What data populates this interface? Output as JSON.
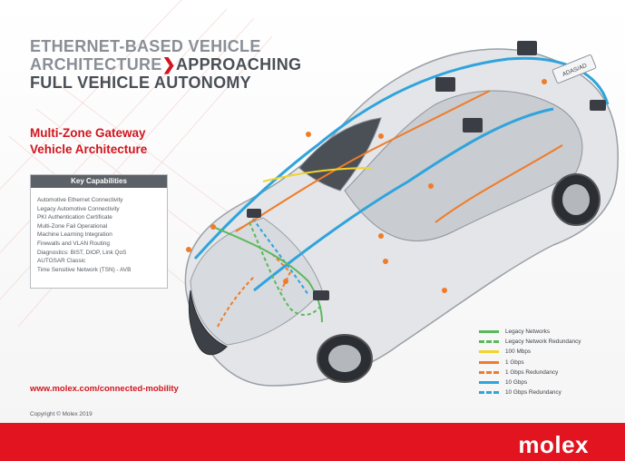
{
  "headline": {
    "line1": "ETHERNET-BASED VEHICLE",
    "line2_part1": "ARCHITECTURE",
    "line2_chevron": "❯",
    "line2_part2": "APPROACHING",
    "line3": "FULL VEHICLE AUTONOMY"
  },
  "subtitle": {
    "line1": "Multi-Zone Gateway",
    "line2": "Vehicle Architecture"
  },
  "capabilities": {
    "title": "Key Capabilities",
    "items": [
      "Automotive Ethernet Connectivity",
      "Legacy Automotive Connectivity",
      "PKI Authentication Certificate",
      "Multi-Zone Fail Operational",
      "Machine Learning Integration",
      "Firewalls and VLAN Routing",
      "Diagnostics: BIST, DIOP, Link QoS",
      "AUTOSAR Classic",
      "Time Sensitive Network (TSN) - AVB"
    ]
  },
  "car_label": "ADAS/AD",
  "legend": [
    {
      "label": "Legacy Networks",
      "color": "#5cb85c",
      "style": "solid"
    },
    {
      "label": "Legacy Network Redundancy",
      "color": "#5cb85c",
      "style": "dashed"
    },
    {
      "label": "100 Mbps",
      "color": "#f2d32b",
      "style": "solid"
    },
    {
      "label": "1 Gbps",
      "color": "#f07b28",
      "style": "solid"
    },
    {
      "label": "1 Gbps Redundancy",
      "color": "#f07b28",
      "style": "dashed"
    },
    {
      "label": "10 Gbps",
      "color": "#2fa4dc",
      "style": "solid"
    },
    {
      "label": "10 Gbps Redundancy",
      "color": "#2fa4dc",
      "style": "dashed"
    }
  ],
  "url": "www.molex.com/connected-mobility",
  "copyright": "Copyright © Molex 2019",
  "logo": "molex",
  "colors": {
    "brand_red": "#e2141f",
    "title_gray": "#8a8f96",
    "title_dark": "#4a4f56"
  }
}
